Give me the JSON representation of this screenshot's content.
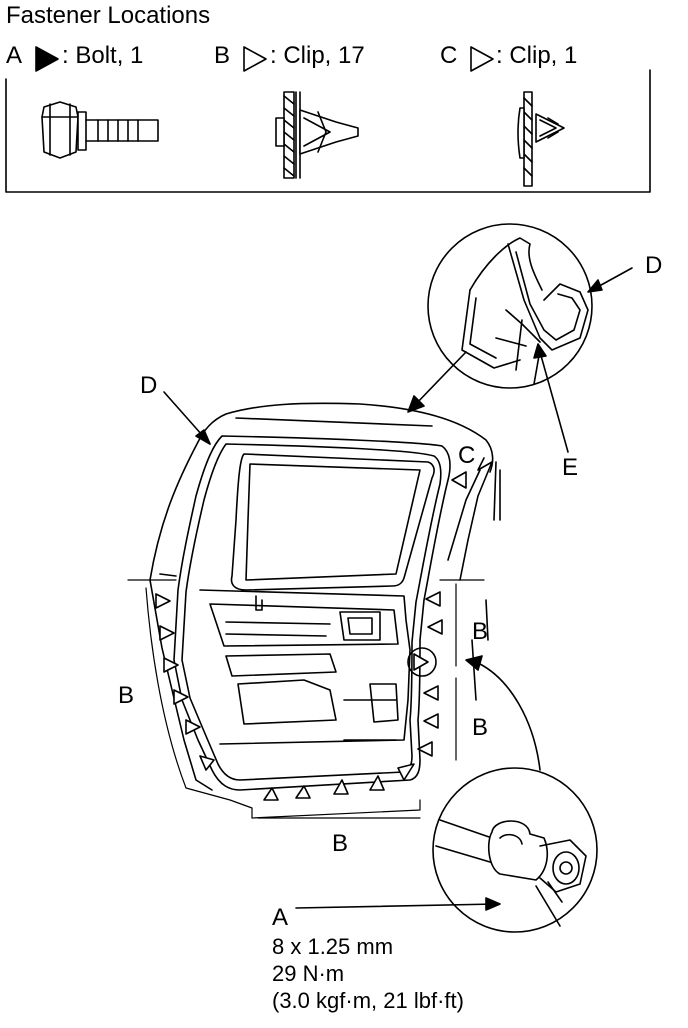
{
  "header": {
    "title": "Fastener Locations"
  },
  "legend": [
    {
      "letter": "A",
      "desc": ": Bolt, 1",
      "marker": "filled-triangle"
    },
    {
      "letter": "B",
      "desc": ": Clip, 17",
      "marker": "outline-triangle"
    },
    {
      "letter": "C",
      "desc": ": Clip, 1",
      "marker": "outline-triangle"
    }
  ],
  "callouts": {
    "d_top": "D",
    "d_right": "D",
    "e": "E",
    "c": "C",
    "b_left": "B",
    "b_right_upper": "B",
    "b_right_lower": "B",
    "b_bottom": "B",
    "a": "A"
  },
  "spec": {
    "line1": "8 x 1.25 mm",
    "line2": "29 N·m",
    "line3": "(3.0 kgf·m, 21 lbf·ft)"
  }
}
